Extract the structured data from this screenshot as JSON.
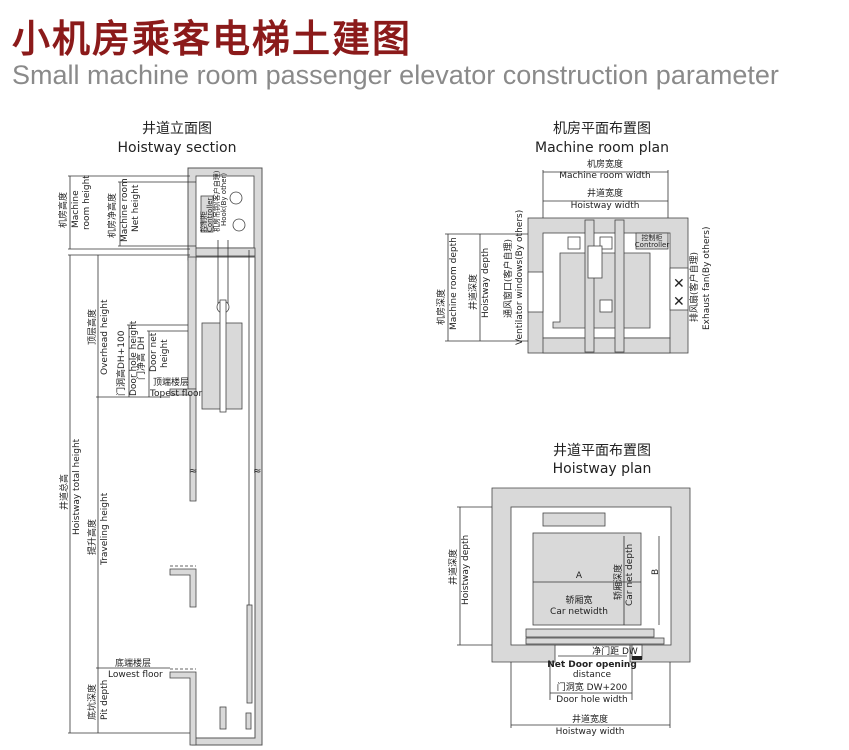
{
  "title": "小机房乘客电梯土建图",
  "subtitle": "Small machine room passenger elevator construction parameter",
  "section": {
    "heading_cn": "井道立面图",
    "heading_en": "Hoistway section",
    "machine_room_height_cn": "机房高度",
    "machine_room_height_en1": "Machine",
    "machine_room_height_en2": "room height",
    "net_height_cn": "机房净高度",
    "net_height_en1": "Machine room",
    "net_height_en2": "Net height",
    "controller_cn": "控制柜",
    "controller_en": "Controller",
    "hook_cn": "机房吊钩(客户自理)",
    "hook_en": "Hook(By other)",
    "overhead_cn": "顶层高度",
    "overhead_en": "Overhead height",
    "door_hole_cn": "门洞高DH+100",
    "door_hole_en": "Door hole height",
    "door_net_cn": "门净高 DH",
    "door_net_en1": "Door net",
    "door_net_en2": "height",
    "topest_cn": "顶端楼层",
    "topest_en": "Topest floor",
    "total_cn": "井道总高",
    "total_en": "Hoistway total height",
    "travel_cn": "提升高度",
    "travel_en": "Traveling height",
    "lowest_cn": "底端楼层",
    "lowest_en": "Lowest floor",
    "pit_cn": "底坑深度",
    "pit_en": "Pit depth"
  },
  "machine_plan": {
    "heading_cn": "机房平面布置图",
    "heading_en": "Machine room plan",
    "mr_width_cn": "机房宽度",
    "mr_width_en": "Machine room width",
    "hw_width_cn": "井道宽度",
    "hw_width_en": "Hoistway width",
    "mr_depth_cn": "机房深度",
    "mr_depth_en": "Machine room depth",
    "hw_depth_cn": "井道深度",
    "hw_depth_en": "Hoistway depth",
    "vent_cn": "通风窗口(客户自理)",
    "vent_en": "Ventilator windows(By others)",
    "fan_cn": "排风扇(客户自理)",
    "fan_en": "Exhaust fan(By others)",
    "controller_cn": "控制柜",
    "controller_en": "Controller"
  },
  "hoistway_plan": {
    "heading_cn": "井道平面布置图",
    "heading_en": "Hoistway plan",
    "depth_cn": "井道深度",
    "depth_en": "Hoistway depth",
    "a_label": "A",
    "b_label": "B",
    "car_width_cn": "轿厢宽",
    "car_width_en": "Car netwidth",
    "car_depth_cn": "轿厢深度",
    "car_depth_en": "Car net depth",
    "dw_cn": "净门距 DW",
    "dw_en1": "Net Door opening",
    "dw_en2": "distance",
    "hole_cn": "门洞宽 DW+200",
    "hole_en": "Door hole width",
    "width_cn": "井道宽度",
    "width_en": "Hoistway width"
  }
}
